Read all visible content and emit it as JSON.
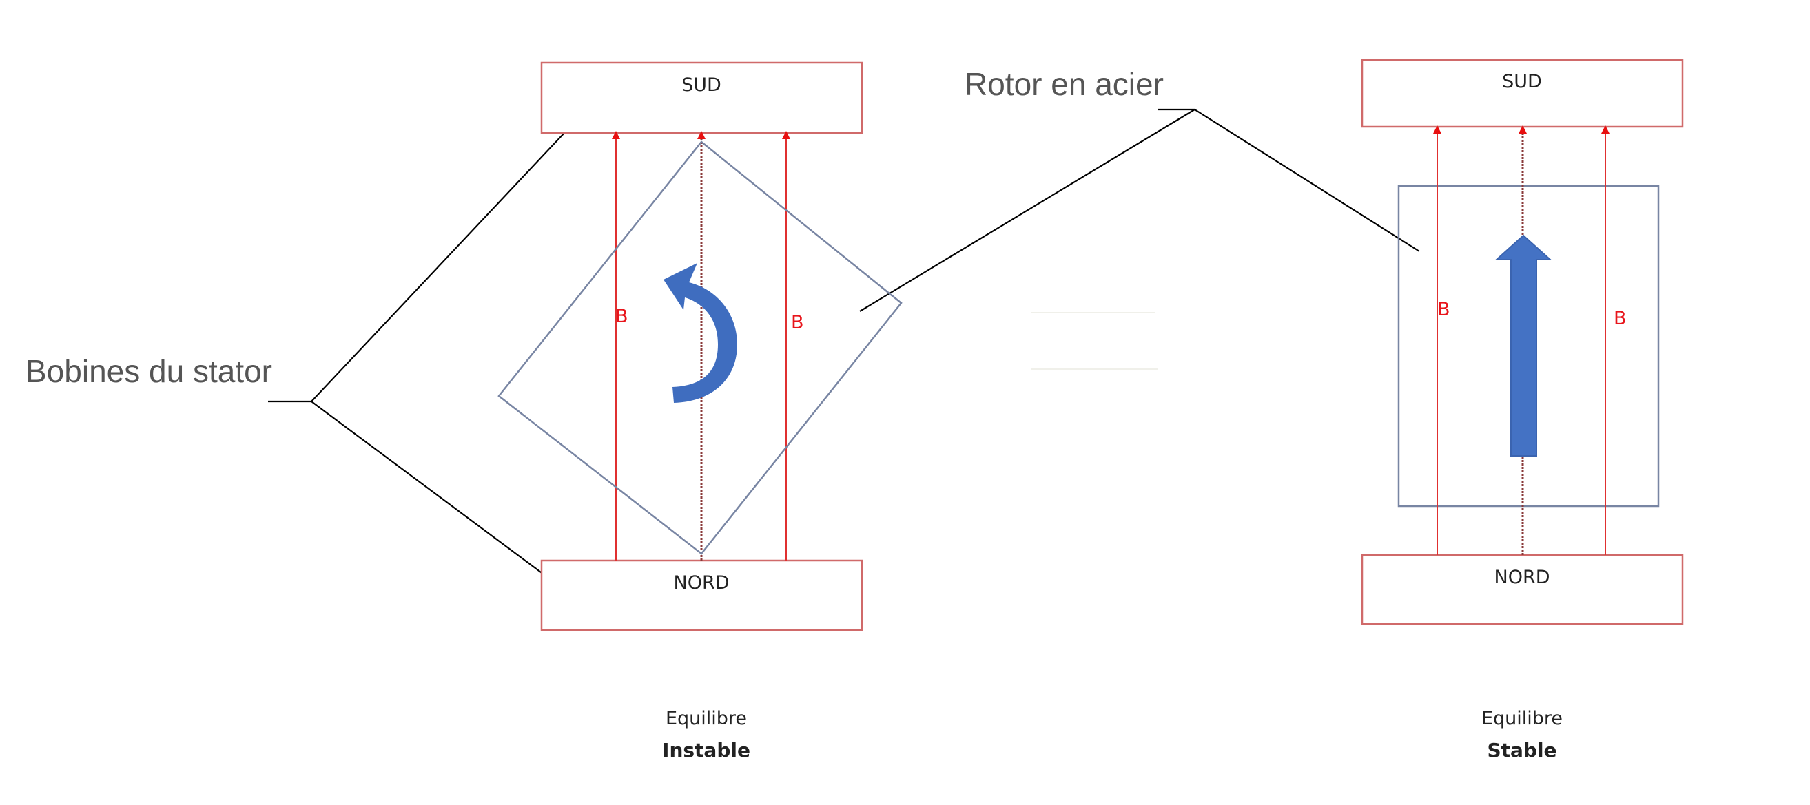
{
  "labels": {
    "stator_coils": "Bobines du stator",
    "steel_rotor": "Rotor en acier"
  },
  "left_panel": {
    "top_pole": "SUD",
    "bottom_pole": "NORD",
    "field_label_left": "B",
    "field_label_right": "B",
    "caption_line1": "Equilibre",
    "caption_line2": "Instable"
  },
  "right_panel": {
    "top_pole": "SUD",
    "bottom_pole": "NORD",
    "field_label_left": "B",
    "field_label_right": "B",
    "caption_line1": "Equilibre",
    "caption_line2": "Stable"
  },
  "colors": {
    "field": "#e03030",
    "pole_border": "#d06a6a",
    "rotor": "#7885a3",
    "arrow": "#4472c4"
  }
}
